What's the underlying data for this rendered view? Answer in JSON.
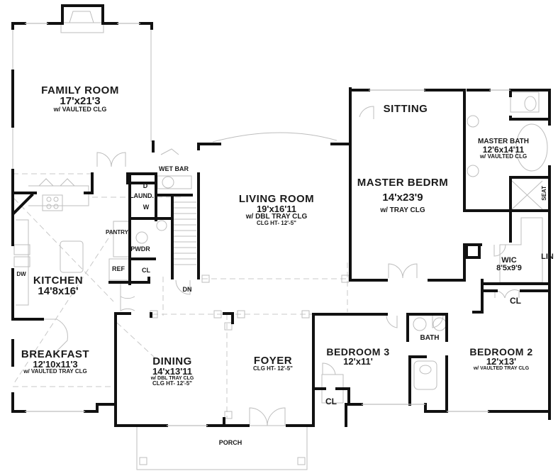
{
  "plan": {
    "rooms": {
      "family_room": {
        "name": "FAMILY ROOM",
        "dim": "17'x21'3",
        "note": "w/ VAULTED CLG"
      },
      "sitting": {
        "name": "SITTING"
      },
      "master_bath": {
        "name": "MASTER BATH",
        "dim": "12'6x14'11",
        "note": "w/ VAULTED CLG"
      },
      "seat": {
        "name": "SEAT"
      },
      "wet_bar": {
        "name": "WET BAR"
      },
      "laundry": {
        "name": "LAUND.",
        "dryer": "D",
        "washer": "W"
      },
      "living_room": {
        "name": "LIVING ROOM",
        "dim": "19'x16'11",
        "note": "w/ DBL TRAY CLG",
        "height": "CLG HT- 12'-5\""
      },
      "master_bedroom": {
        "name": "MASTER BEDRM",
        "dim": "14'x23'9",
        "note": "w/ TRAY CLG"
      },
      "pantry": {
        "name": "PANTRY"
      },
      "powder": {
        "name": "PWDR"
      },
      "ref": {
        "name": "REF"
      },
      "closet_hall": {
        "name": "CL"
      },
      "dishwasher": {
        "name": "DW"
      },
      "kitchen": {
        "name": "KITCHEN",
        "dim": "14'8x16'"
      },
      "stairs": {
        "name": "DN"
      },
      "wic": {
        "name": "WIC",
        "dim": "8'5x9'9"
      },
      "linen": {
        "name": "LIN"
      },
      "closet_bed2": {
        "name": "CL"
      },
      "bath": {
        "name": "BATH"
      },
      "breakfast": {
        "name": "BREAKFAST",
        "dim": "12'10x11'3",
        "note": "w/ VAULTED TRAY CLG"
      },
      "dining": {
        "name": "DINING",
        "dim": "14'x13'11",
        "note": "w/ DBL TRAY CLG",
        "height": "CLG HT- 12'-5\""
      },
      "foyer": {
        "name": "FOYER",
        "height": "CLG HT- 12'-5\""
      },
      "bedroom3": {
        "name": "BEDROOM  3",
        "dim": "12'x11'"
      },
      "closet_bed3": {
        "name": "CL"
      },
      "bedroom2": {
        "name": "BEDROOM  2",
        "dim": "12'x13'",
        "note": "w/ VAULTED TRAY CLG"
      },
      "porch": {
        "name": "PORCH"
      }
    },
    "colors": {
      "wall": "#111111",
      "fixture": "#bdbdbd",
      "dashed": "#c8c8c8"
    }
  }
}
